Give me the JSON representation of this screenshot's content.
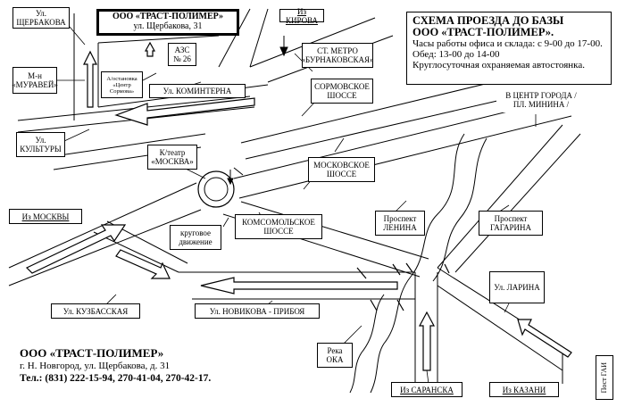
{
  "info": {
    "title": "СХЕМА ПРОЕЗДА ДО БАЗЫ",
    "company": "ООО «ТРАСТ-ПОЛИМЕР».",
    "hours": "Часы работы офиса и склада: с 9-00 до 17-00.",
    "lunch": "Обед: 13-00 до 14-00",
    "parking": "Круглосуточная охраняемая автостоянка."
  },
  "company_box": {
    "name": "ООО «ТРАСТ-ПОЛИМЕР»",
    "address": "ул. Щербакова, 31"
  },
  "labels": {
    "scherbakova": "Ул. ЩЕРБАКОВА",
    "muravey": "М-н «МУРАВЕЙ»",
    "bus_stop": "А/остановка «Центр Сормова»",
    "azs": "АЗС № 26",
    "from_kirova": "Из КИРОВА",
    "metro": "СТ. МЕТРО «БУРНАКОВСКАЯ»",
    "kominterna": "Ул. КОМИНТЕРНА",
    "sormovskoe": "СОРМОВСКОЕ ШОССЕ",
    "city_center": "В ЦЕНТР ГОРОДА / ПЛ. МИНИНА /",
    "kultury": "Ул. КУЛЬТУРЫ",
    "cinema": "К/театр «МОСКВА»",
    "moskovskoe": "МОСКОВСКОЕ ШОССЕ",
    "from_moscow": "Из МОСКВЫ",
    "roundabout": "круговое движение",
    "komsomolskoe": "КОМСОМОЛЬСКОЕ ШОССЕ",
    "lenina": "Проспект ЛЕНИНА",
    "gagarina": "Проспект ГАГАРИНА",
    "larina": "Ул. ЛАРИНА",
    "kuzbasskaya": "Ул. КУЗБАССКАЯ",
    "novikova": "Ул. НОВИКОВА - ПРИБОЯ",
    "oka": "Река ОКА",
    "from_saransk": "Из САРАНСКА",
    "from_kazan": "Из КАЗАНИ",
    "post": "Пост ГАИ"
  },
  "footer": {
    "name": "ООО «ТРАСТ-ПОЛИМЕР»",
    "address": "г. Н. Новгород, ул. Щербакова, д. 31",
    "phones": "Тел.: (831) 222-15-94, 270-41-04, 270-42-17."
  }
}
